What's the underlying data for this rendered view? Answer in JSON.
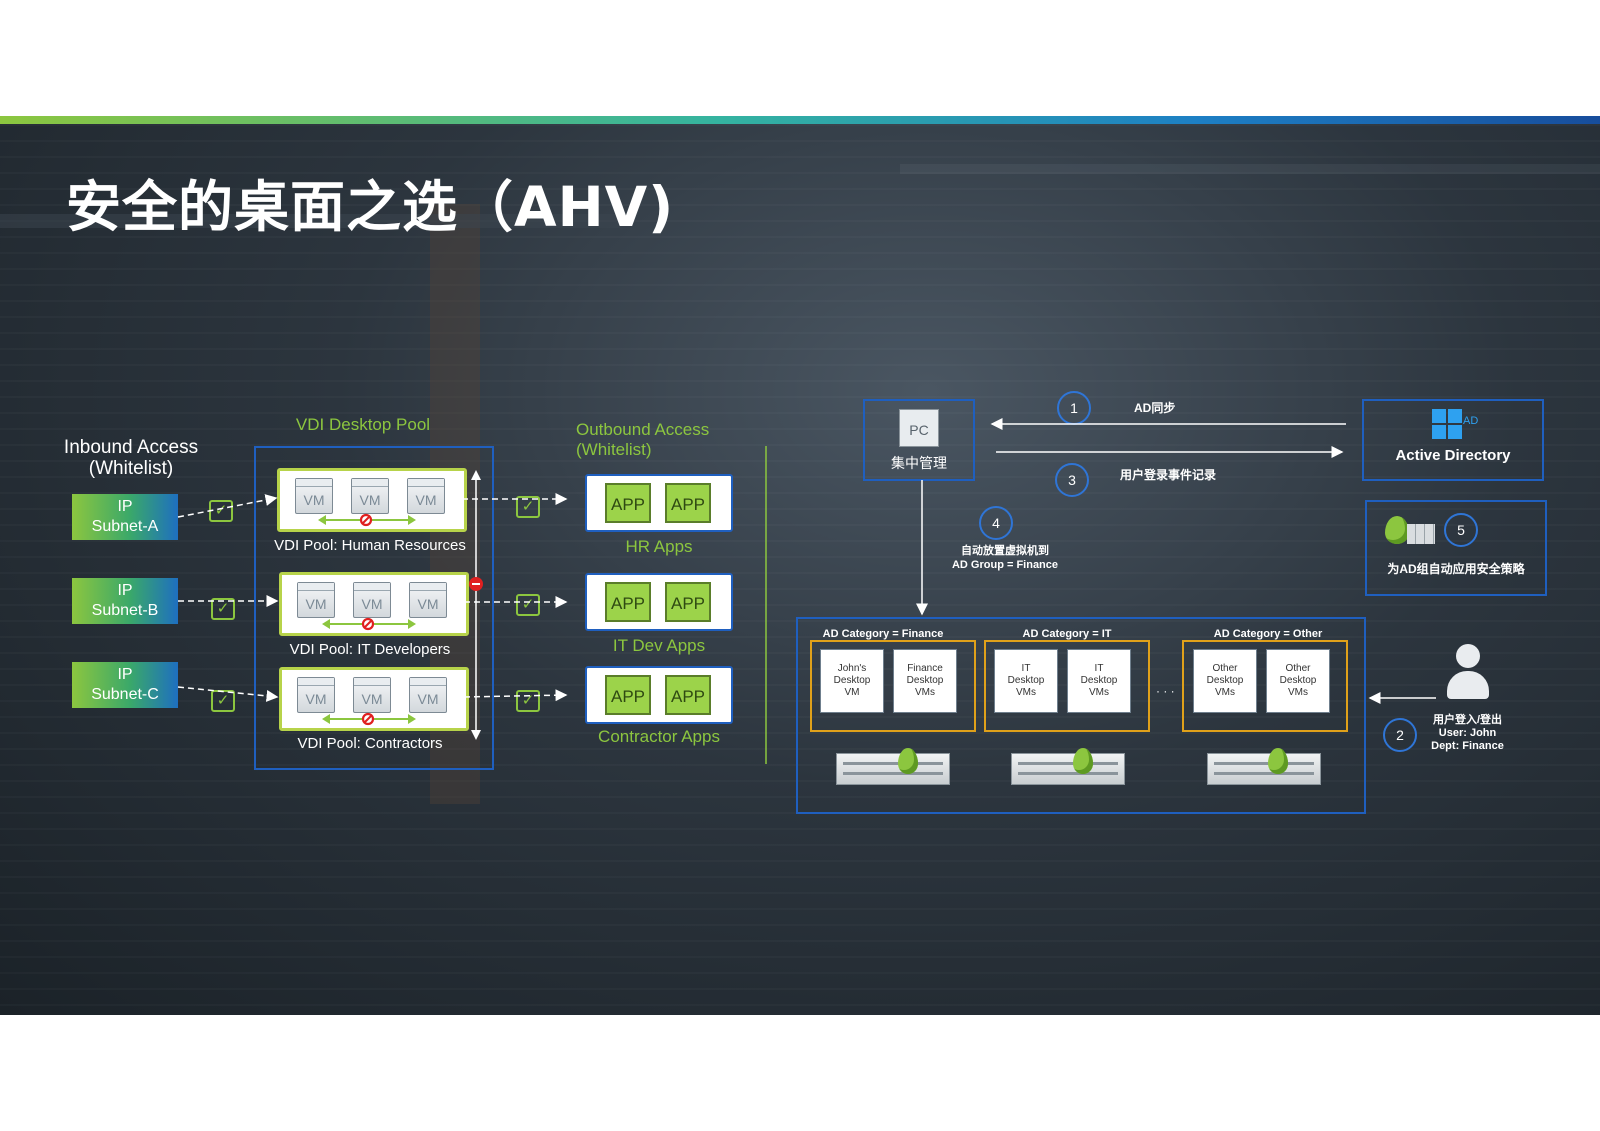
{
  "title": "安全的桌面之选（AHV)",
  "left": {
    "inbound_title_line1": "Inbound Access",
    "inbound_title_line2": "(Whitelist)",
    "pool_title": "VDI Desktop Pool",
    "outbound_title_line1": "Outbound Access",
    "outbound_title_line2": "(Whitelist)",
    "subnets": [
      {
        "line1": "IP",
        "line2": "Subnet-A"
      },
      {
        "line1": "IP",
        "line2": "Subnet-B"
      },
      {
        "line1": "IP",
        "line2": "Subnet-C"
      }
    ],
    "pools": [
      {
        "label": "VDI Pool: Human Resources",
        "vm": "VM"
      },
      {
        "label": "VDI Pool: IT Developers",
        "vm": "VM"
      },
      {
        "label": "VDI Pool: Contractors",
        "vm": "VM"
      }
    ],
    "apps": [
      {
        "label": "HR Apps",
        "app": "APP"
      },
      {
        "label": "IT Dev Apps",
        "app": "APP"
      },
      {
        "label": "Contractor Apps",
        "app": "APP"
      }
    ]
  },
  "right": {
    "pc_label": "集中管理",
    "pc_icon_text": "PC",
    "ad_label": "Active Directory",
    "ad_icon_text": "AD",
    "step1_num": "1",
    "step1_label": "AD同步",
    "step3_num": "3",
    "step3_label": "用户登录事件记录",
    "step4_num": "4",
    "step4_line1": "自动放置虚拟机到",
    "step4_line2": "AD Group = Finance",
    "step5_num": "5",
    "step5_label": "为AD组自动应用安全策略",
    "step2_num": "2",
    "user_line1": "用户登入/登出",
    "user_line2": "User: John",
    "user_line3": "Dept: Finance",
    "ellipsis": "· · ·",
    "categories": [
      {
        "title": "AD Category = Finance",
        "cards": [
          [
            "John's",
            "Desktop",
            "VM"
          ],
          [
            "Finance",
            "Desktop",
            "VMs"
          ]
        ]
      },
      {
        "title": "AD Category = IT",
        "cards": [
          [
            "IT",
            "Desktop",
            "VMs"
          ],
          [
            "IT",
            "Desktop",
            "VMs"
          ]
        ]
      },
      {
        "title": "AD Category = Other",
        "cards": [
          [
            "Other",
            "Desktop",
            "VMs"
          ],
          [
            "Other",
            "Desktop",
            "VMs"
          ]
        ]
      }
    ]
  },
  "colors": {
    "accent_green": "#8cc63f",
    "accent_blue": "#1f5fbf",
    "category_orange": "#e0a11a",
    "deny_red": "#e02020"
  }
}
